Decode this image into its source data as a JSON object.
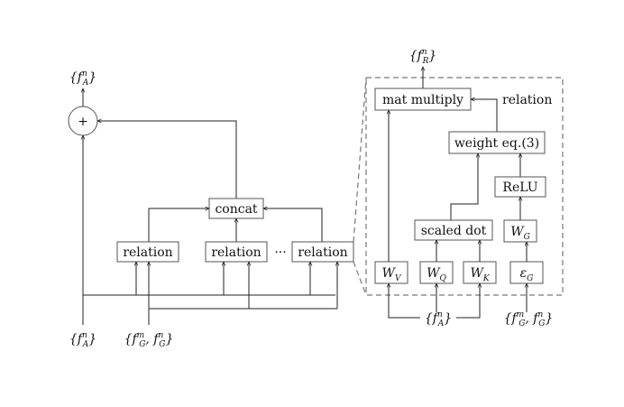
{
  "left_module": {
    "output_label": {
      "base": "{f",
      "sup": "n",
      "sub": "A",
      "close": "}"
    },
    "input_appearance": {
      "base": "{f",
      "sup": "n",
      "sub": "A",
      "close": "}"
    },
    "input_geometry": {
      "p1": "{f",
      "p1_sup": "m",
      "p1_sub": "G",
      "sep": ", f",
      "p2_sup": "n",
      "p2_sub": "G",
      "close": "}"
    },
    "sum_symbol": "+",
    "concat_label": "concat",
    "relation_labels": [
      "relation",
      "relation",
      "relation"
    ],
    "ellipsis": "···"
  },
  "right_module": {
    "output_label": {
      "base": "{f",
      "sup": "n",
      "sub": "R",
      "close": "}"
    },
    "input_appearance": {
      "base": "{f",
      "sup": "n",
      "sub": "A",
      "close": "}"
    },
    "input_geometry": {
      "p1": "{f",
      "p1_sup": "m",
      "p1_sub": "G",
      "sep": ", f",
      "p2_sup": "n",
      "p2_sub": "G",
      "close": "}"
    },
    "mat_multiply_label": "mat multiply",
    "relation_side_label": "relation",
    "weight_label": "weight eq.(3)",
    "relu_label": "ReLU",
    "scaled_dot_label": "scaled dot",
    "wg": {
      "base": "W",
      "sub": "G"
    },
    "wv": {
      "base": "W",
      "sub": "V"
    },
    "wq": {
      "base": "W",
      "sub": "Q"
    },
    "wk": {
      "base": "W",
      "sub": "K"
    },
    "eg": {
      "base": "ε",
      "sub": "G"
    }
  }
}
